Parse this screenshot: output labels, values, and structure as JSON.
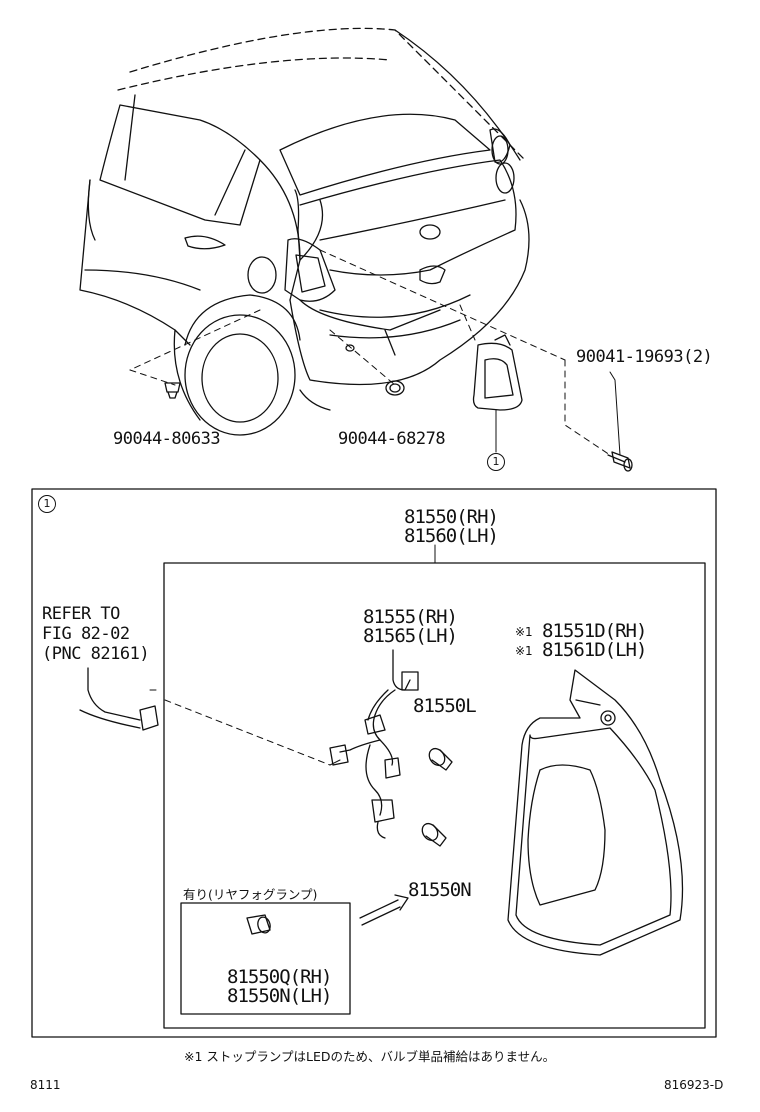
{
  "callout_marker": "1",
  "parts": {
    "bolt": "90041-19693(2)",
    "clip_left": "90044-80633",
    "clip_center": "90044-68278",
    "assy_rh": "81550(RH)",
    "assy_lh": "81560(LH)",
    "harness_rh": "81555(RH)",
    "harness_lh": "81565(LH)",
    "bulb_l": "81550L",
    "lens_rh_mark": "※1",
    "lens_rh": "81551D(RH)",
    "lens_lh_mark": "※1",
    "lens_lh": "81561D(LH)",
    "bulb_n": "81550N",
    "fog_q_rh": "81550Q(RH)",
    "fog_n_lh": "81550N(LH)"
  },
  "refer": {
    "line1": "REFER TO",
    "line2": "FIG 82-02",
    "line3": "(PNC 82161)"
  },
  "fog_box_title": "有り(リヤフォグランプ)",
  "footnote": "※1 ストップランプはLEDのため、バルブ単品補給はありません。",
  "footer_left": "8111",
  "footer_right": "816923-D"
}
